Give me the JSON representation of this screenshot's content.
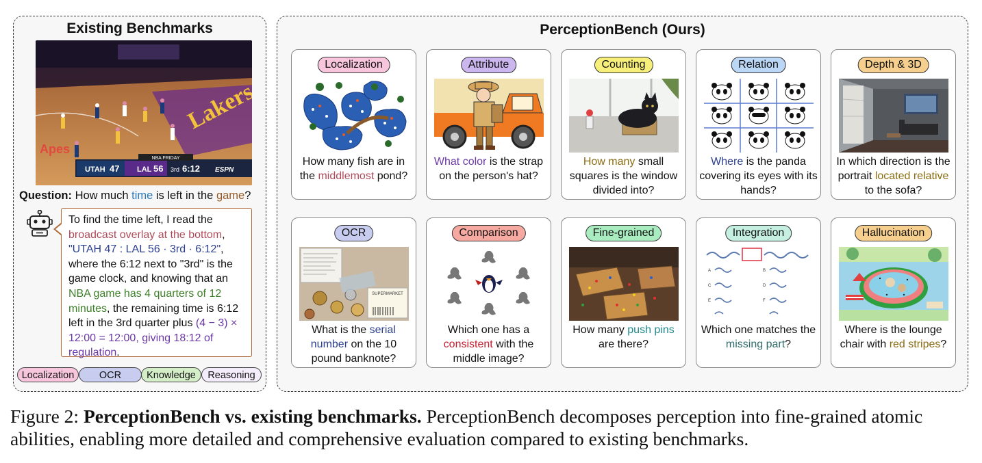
{
  "left": {
    "title": "Existing Benchmarks",
    "scoreboard": {
      "team1": "UTAH",
      "score1": "47",
      "team2": "LAL",
      "score2": "56",
      "period": "3rd",
      "clock": "6:12",
      "network": "ESPN",
      "banner": "NBA FRIDAY"
    },
    "question_label": "Question:",
    "question_pre": "How much ",
    "question_hl1": "time",
    "question_mid": " is left in the ",
    "question_hl2": "game",
    "question_end": "?",
    "answer": {
      "p1": "To find the time left, I read the ",
      "h1": "broadcast overlay at the bottom",
      "p2": ", ",
      "h2": "\"UTAH 47 : LAL 56 · 3rd · 6:12\"",
      "p3": ", where the 6:12 next to \"3rd\" is the game clock, and knowing that an ",
      "h3": "NBA game has 4 quarters of 12 minutes",
      "p4": ", the remaining time is 6:12 left in the 3rd quarter plus ",
      "h4": "(4 − 3) × 12:00 = 12:00, giving 18:12 of regulation",
      "p5": "."
    },
    "tags": [
      {
        "label": "Localization",
        "color": "#f7c6dc"
      },
      {
        "label": "OCR",
        "color": "#c8cdf0"
      },
      {
        "label": "Knowledge",
        "color": "#d4eec8"
      },
      {
        "label": "Reasoning",
        "color": "#f3ecfb"
      }
    ]
  },
  "right": {
    "title": "PerceptionBench (Ours)",
    "cards": [
      {
        "label": "Localization",
        "color": "#f7c6dc",
        "t": [
          "How many fish are in the ",
          "middlemost",
          " pond?"
        ],
        "cls": "c-red"
      },
      {
        "label": "Attribute",
        "color": "#cbb6ee",
        "t": [
          "",
          "What color",
          " is the strap on the person's hat?"
        ],
        "cls": "c-purple"
      },
      {
        "label": "Counting",
        "color": "#f6f07a",
        "t": [
          "",
          "How many",
          " small squares is the window divided into?"
        ],
        "cls": "c-olive"
      },
      {
        "label": "Relation",
        "color": "#bcd6f5",
        "t": [
          "",
          "Where",
          " is the panda covering its eyes with its hands?"
        ],
        "cls": "c-navy"
      },
      {
        "label": "Depth & 3D",
        "color": "#f6cf8e",
        "t": [
          "In which direction is the portrait ",
          "located relative",
          " to the sofa?"
        ],
        "cls": "c-olive"
      },
      {
        "label": "OCR",
        "color": "#c8cdf0",
        "t": [
          "What is the ",
          "serial number",
          " on the 10 pound banknote?"
        ],
        "cls": "c-navy"
      },
      {
        "label": "Comparison",
        "color": "#f6a9a0",
        "t": [
          "Which one has a ",
          "consistent",
          " with the middle image?"
        ],
        "cls": "c-crimson"
      },
      {
        "label": "Fine-grained",
        "color": "#a8ecc0",
        "t": [
          "How many ",
          "push pins",
          " are there?"
        ],
        "cls": "c-teal"
      },
      {
        "label": "Integration",
        "color": "#c5efe0",
        "t": [
          "Which one matches the ",
          "missing part",
          "?"
        ],
        "cls": "c-darkteal"
      },
      {
        "label": "Hallucination",
        "color": "#f6cf8e",
        "t": [
          "Where is the lounge chair with ",
          "red stripes",
          "?"
        ],
        "cls": "c-olive"
      }
    ],
    "ocr_receipt": "SUPERMARKET"
  },
  "caption": {
    "prefix": "Figure 2: ",
    "bold": "PerceptionBench vs. existing benchmarks.",
    "rest": " PerceptionBench decomposes perception into fine-grained atomic abilities, enabling more detailed and comprehensive evaluation compared to existing benchmarks."
  }
}
